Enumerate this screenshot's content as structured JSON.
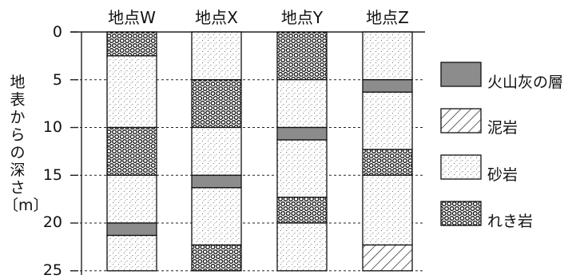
{
  "sites": [
    {
      "name": "地点W",
      "layers": [
        {
          "from": 0,
          "to": 2.5,
          "rock": "conglomerate"
        },
        {
          "from": 2.5,
          "to": 10,
          "rock": "sandstone"
        },
        {
          "from": 10,
          "to": 15,
          "rock": "conglomerate"
        },
        {
          "from": 15,
          "to": 20,
          "rock": "sandstone"
        },
        {
          "from": 20,
          "to": 21.3,
          "rock": "ash"
        },
        {
          "from": 21.3,
          "to": 25,
          "rock": "sandstone"
        }
      ]
    },
    {
      "name": "地点X",
      "layers": [
        {
          "from": 0,
          "to": 5,
          "rock": "sandstone"
        },
        {
          "from": 5,
          "to": 10,
          "rock": "conglomerate"
        },
        {
          "from": 10,
          "to": 15,
          "rock": "sandstone"
        },
        {
          "from": 15,
          "to": 16.3,
          "rock": "ash"
        },
        {
          "from": 16.3,
          "to": 22.3,
          "rock": "sandstone"
        },
        {
          "from": 22.3,
          "to": 25,
          "rock": "conglomerate"
        }
      ]
    },
    {
      "name": "地点Y",
      "layers": [
        {
          "from": 0,
          "to": 5,
          "rock": "conglomerate"
        },
        {
          "from": 5,
          "to": 10,
          "rock": "sandstone"
        },
        {
          "from": 10,
          "to": 11.3,
          "rock": "ash"
        },
        {
          "from": 11.3,
          "to": 17.3,
          "rock": "sandstone"
        },
        {
          "from": 17.3,
          "to": 20,
          "rock": "conglomerate"
        },
        {
          "from": 20,
          "to": 25,
          "rock": "sandstone"
        }
      ]
    },
    {
      "name": "地点Z",
      "layers": [
        {
          "from": 0,
          "to": 5,
          "rock": "sandstone"
        },
        {
          "from": 5,
          "to": 6.3,
          "rock": "ash"
        },
        {
          "from": 6.3,
          "to": 12.3,
          "rock": "sandstone"
        },
        {
          "from": 12.3,
          "to": 15,
          "rock": "conglomerate"
        },
        {
          "from": 15,
          "to": 22.3,
          "rock": "sandstone"
        },
        {
          "from": 22.3,
          "to": 25,
          "rock": "mudstone"
        }
      ]
    }
  ],
  "depth_ticks": [
    "0",
    "5",
    "10",
    "15",
    "20",
    "25"
  ],
  "y_axis_label": [
    "地",
    "表",
    "か",
    "ら",
    "の",
    "深",
    "さ",
    "〔m〕"
  ],
  "legend": [
    {
      "rock": "ash",
      "label": "火山灰の層"
    },
    {
      "rock": "mudstone",
      "label": "泥岩"
    },
    {
      "rock": "sandstone",
      "label": "砂岩"
    },
    {
      "rock": "conglomerate",
      "label": "れき岩"
    }
  ],
  "colors": {
    "ash": "#8c8c8c",
    "line": "#111111",
    "dot": "#444444"
  }
}
